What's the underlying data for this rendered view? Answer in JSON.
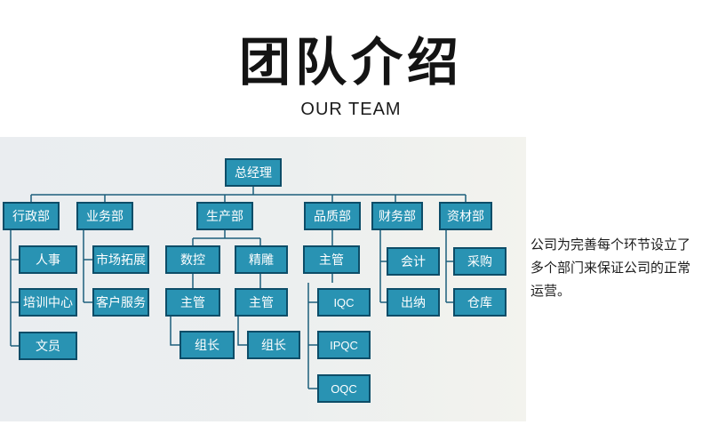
{
  "header": {
    "title": "团队介绍",
    "subtitle": "OUR TEAM"
  },
  "org": {
    "root": "总经理",
    "departments": [
      "行政部",
      "业务部",
      "生产部",
      "品质部",
      "财务部",
      "资材部"
    ],
    "admin": [
      "人事",
      "培训中心",
      "文员"
    ],
    "business": [
      "市场拓展",
      "客户服务"
    ],
    "production": {
      "units": [
        "数控",
        "精雕"
      ],
      "cnc": {
        "lead": "主管",
        "team": "组长"
      },
      "engraving": {
        "lead": "主管",
        "team": "组长"
      }
    },
    "quality": {
      "lead": "主管",
      "checks": [
        "IQC",
        "IPQC",
        "OQC"
      ]
    },
    "finance": [
      "会计",
      "出纳"
    ],
    "materials": [
      "采购",
      "仓库"
    ]
  },
  "note": "公司为完善每个环节设立了多个部门来保证公司的正常运营。",
  "colors": {
    "box": "#2993b3",
    "border": "#0d4d68",
    "line": "#1c5f7c"
  }
}
